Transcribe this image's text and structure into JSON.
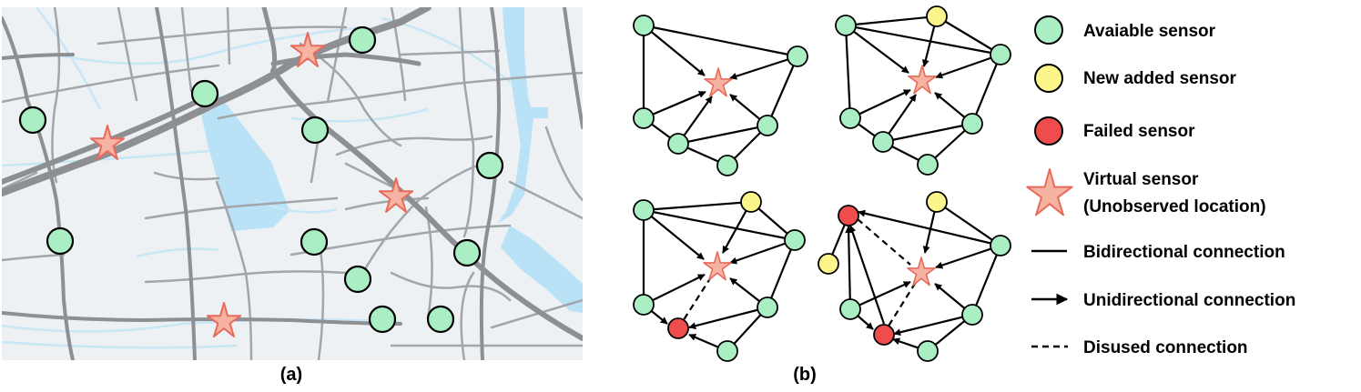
{
  "captions": {
    "map": "(a)",
    "graphs": "(b)"
  },
  "colors": {
    "map_background": "#eef1f3",
    "map_road_major": "#8d8f92",
    "map_road_minor": "#a2a5a9",
    "map_water": "#b9e2f7",
    "available": "#a9efc3",
    "new_added": "#fbf58a",
    "failed": "#ef4d4d",
    "virtual_fill": "#f6b3a1",
    "virtual_stroke": "#e86a5b",
    "edge": "#000000"
  },
  "legend": {
    "available": "Avaiable sensor",
    "new_added": "New added sensor",
    "failed": "Failed sensor",
    "virtual_line1": "Virtual sensor",
    "virtual_line2": "(Unobserved location)",
    "bidirectional": "Bidirectional connection",
    "unidirectional": "Unidirectional connection",
    "disused": "Disused connection"
  }
}
